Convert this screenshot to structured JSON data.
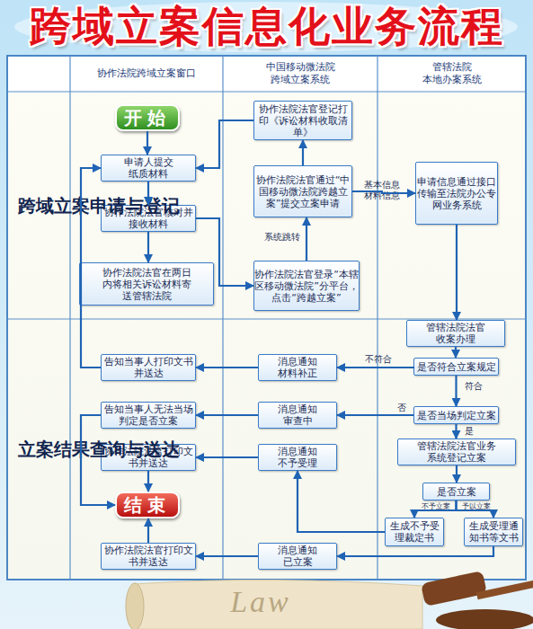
{
  "diagram": {
    "title": "跨域立案信息化业务流程",
    "nodes": [
      {
        "text": [
          "开始"
        ]
      },
      {
        "text": [
          "协作法院法官登记打印《诉讼材料收取清单》"
        ]
      },
      {
        "text": [
          "申请人提交纸质材料"
        ]
      },
      {
        "text": [
          "协作法院法官通过“中国移动微法院跨越立案”提交立案申请"
        ]
      },
      {
        "text": [
          "申请信息通过接口传输至法院办公专网业务系统"
        ]
      },
      {
        "text": [
          "协作法院法官核对并接收材料"
        ]
      },
      {
        "text": [
          "协作法院法官在两日内将相关诉讼材料寄送管辖法院"
        ]
      },
      {
        "text": [
          "协作法院法官登录“本辖区移动微法院”分平台，点击“跨越立案”"
        ]
      },
      {
        "text": [
          "管辖法院法官收案办理"
        ]
      },
      {
        "text": [
          "告知当事人打印文书并送达"
        ]
      },
      {
        "text": [
          "消息通知材料补正"
        ]
      },
      {
        "text": [
          "是否符合立案规定"
        ]
      },
      {
        "text": [
          "告知当事人无法当场判定是否立案"
        ]
      },
      {
        "text": [
          "消息通知审查中"
        ]
      },
      {
        "text": [
          "是否当场判定立案"
        ]
      },
      {
        "text": [
          "协作法院法官打印文书并送达"
        ]
      },
      {
        "text": [
          "消息通知不予受理"
        ]
      },
      {
        "text": [
          "管辖法院法官业务系统登记立案"
        ]
      },
      {
        "text": [
          "结束"
        ]
      },
      {
        "text": [
          "是否立案"
        ]
      },
      {
        "text": [
          "生成不予受理裁定书"
        ]
      },
      {
        "text": [
          "生成受理通知书等文书"
        ]
      },
      {
        "text": [
          "协作法院法官打印文书并送达"
        ]
      },
      {
        "text": [
          "消息通知已立案"
        ]
      }
    ],
    "edges": [
      {
        "from": 0,
        "to": 2,
        "arrow": "to"
      },
      {
        "from": 2,
        "to": 5,
        "arrow": "to"
      },
      {
        "from": 5,
        "to": 6,
        "arrow": "to"
      },
      {
        "from": 5,
        "to": 7,
        "arrow": "to"
      },
      {
        "from": 7,
        "to": 3,
        "label": "系统跳转",
        "arrow": "to"
      },
      {
        "from": 3,
        "to": 1,
        "arrow": "to"
      },
      {
        "from": 1,
        "to": 2,
        "arrow": "to"
      },
      {
        "from": 3,
        "to": 4,
        "label": "基本信息 材料信息",
        "arrow": "to"
      },
      {
        "from": 4,
        "to": 8,
        "arrow": "to"
      },
      {
        "from": 8,
        "to": 11,
        "arrow": "to"
      },
      {
        "from": 11,
        "to": 10,
        "label": "不符合",
        "arrow": "to"
      },
      {
        "from": 10,
        "to": 9,
        "arrow": "to"
      },
      {
        "from": 9,
        "to": 2,
        "arrow": "to"
      },
      {
        "from": 11,
        "to": 14,
        "label": "符合",
        "arrow": "to"
      },
      {
        "from": 14,
        "to": 13,
        "label": "否",
        "arrow": "to"
      },
      {
        "from": 13,
        "to": 12,
        "arrow": "to"
      },
      {
        "from": 12,
        "to": 18,
        "arrow": "to"
      },
      {
        "from": 14,
        "to": 17,
        "label": "是",
        "arrow": "to"
      },
      {
        "from": 17,
        "to": 19,
        "arrow": "to"
      },
      {
        "from": 19,
        "to": 20,
        "label": "不予立案",
        "arrow": "to"
      },
      {
        "from": 19,
        "to": 21,
        "label": "予以立案",
        "arrow": "to"
      },
      {
        "from": 20,
        "to": 16,
        "arrow": "to"
      },
      {
        "from": 16,
        "to": 15,
        "arrow": "to"
      },
      {
        "from": 15,
        "to": 18,
        "arrow": "to"
      },
      {
        "from": 21,
        "to": 23,
        "arrow": "to"
      },
      {
        "from": 23,
        "to": 22,
        "arrow": "to"
      },
      {
        "from": 22,
        "to": 18,
        "arrow": "to"
      }
    ],
    "labels": [
      "协作法院跨域立案窗口",
      "中国移动微法院 跨域立案系统",
      "管辖法院 本地办案系统",
      "跨域立案申请与登记",
      "立案结果查询与送达",
      "Law"
    ]
  }
}
